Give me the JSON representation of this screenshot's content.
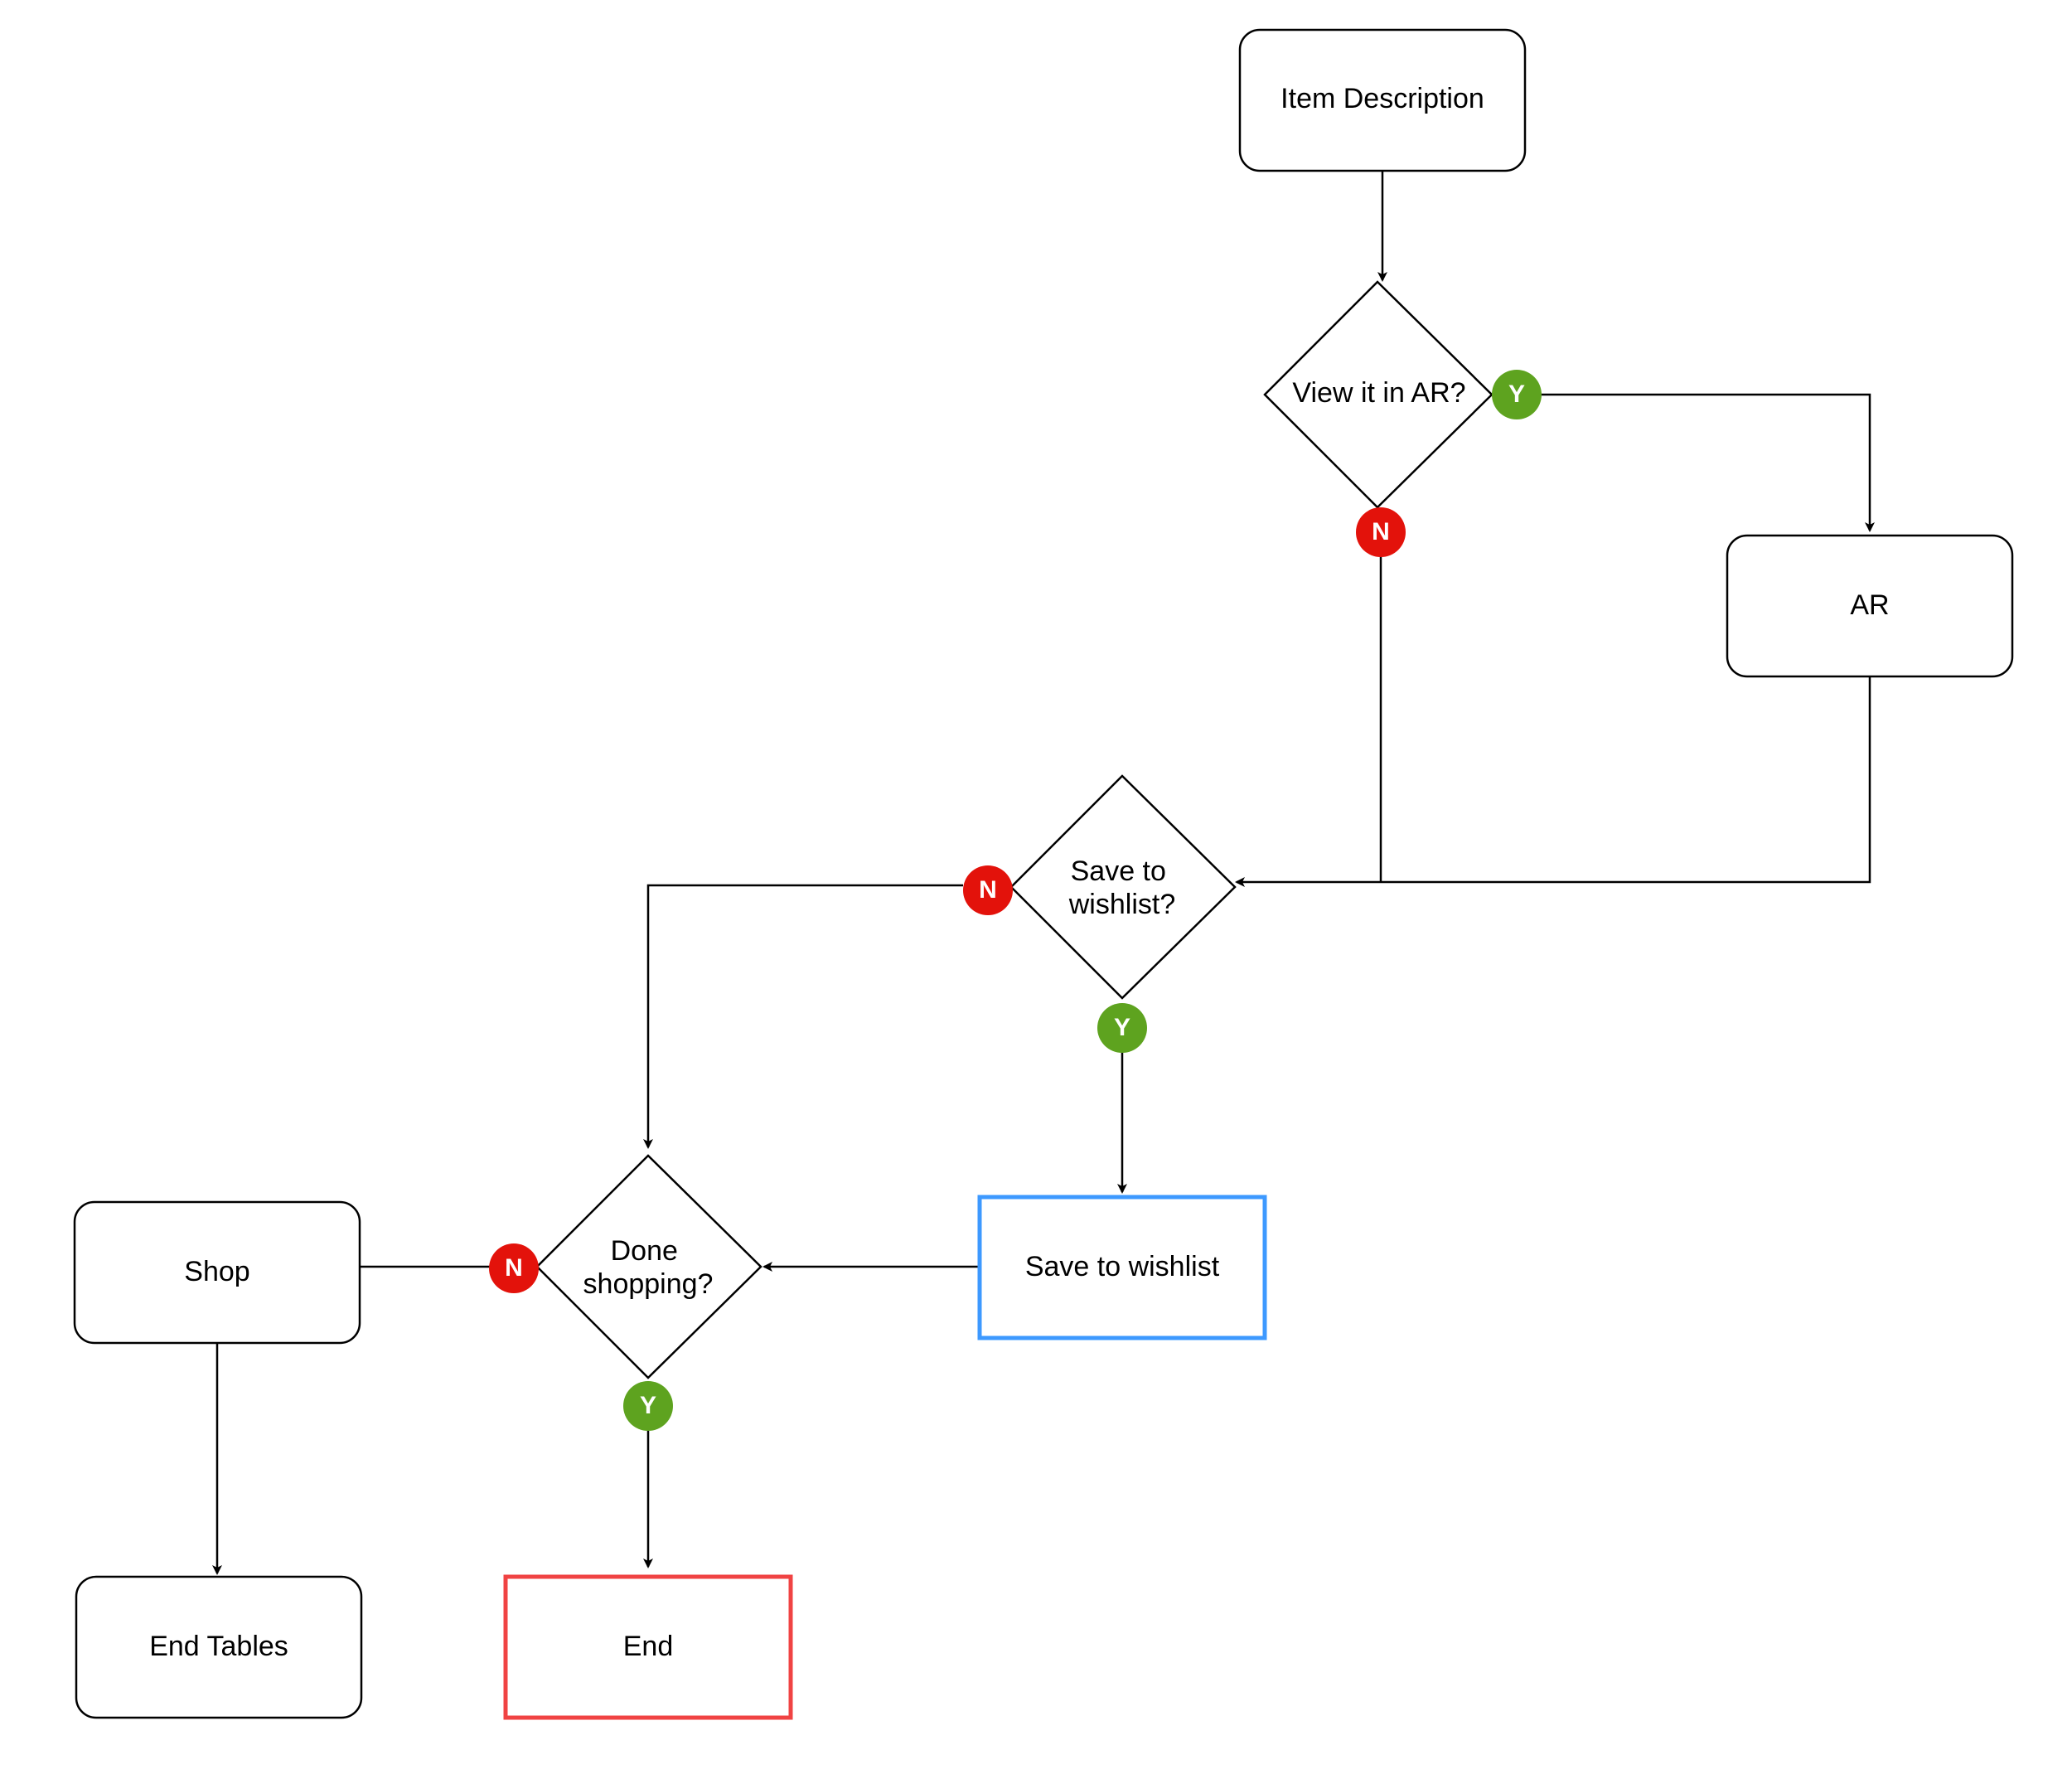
{
  "diagram": {
    "nodes": {
      "item_description": "Item Description",
      "view_in_ar": "View it in AR?",
      "ar": "AR",
      "save_to_wishlist_q": [
        "Save to",
        "wishlist?"
      ],
      "save_to_wishlist": "Save to wishlist",
      "done_shopping": [
        "Done",
        "shopping?"
      ],
      "shop": "Shop",
      "end_tables": "End Tables",
      "end": "End"
    },
    "badges": {
      "yes": "Y",
      "no": "N"
    },
    "colors": {
      "yes_badge": "#5ea31f",
      "no_badge": "#e3120b",
      "save_to_wishlist_border": "#3d99ff",
      "end_border": "#f04343",
      "stroke": "#000000"
    }
  }
}
